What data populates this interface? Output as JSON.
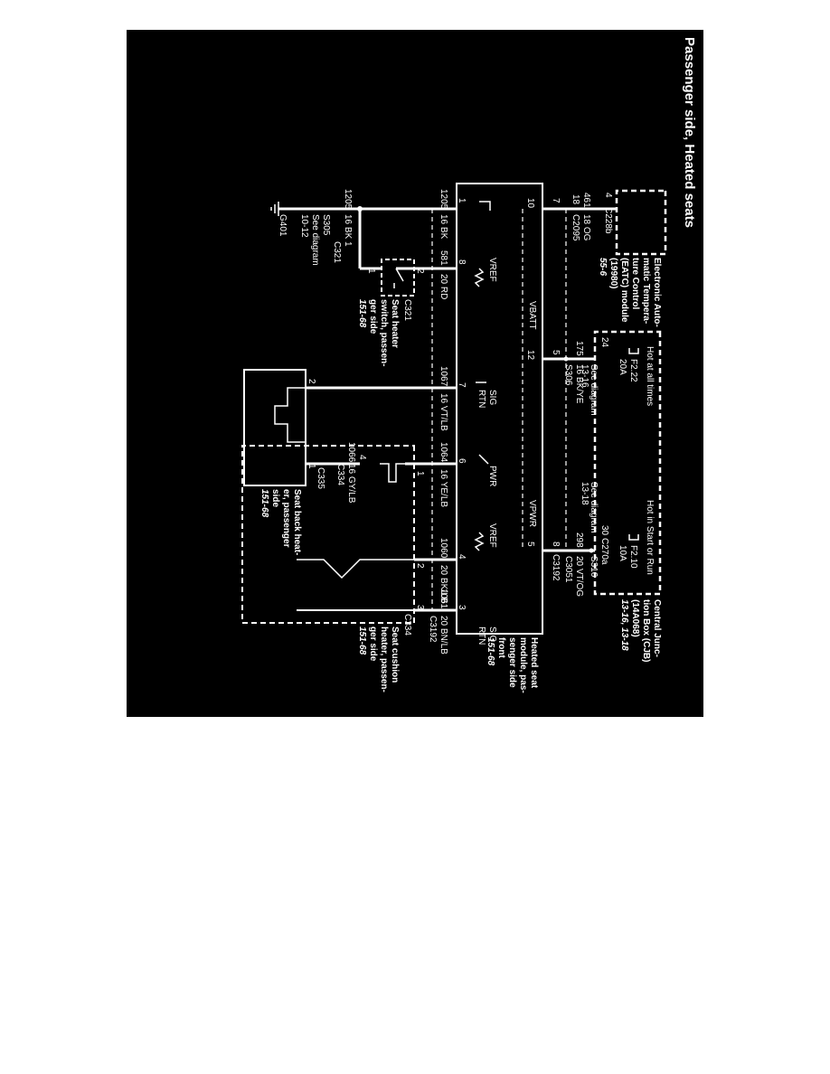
{
  "title": "Passenger side, Heated seats",
  "eatc": {
    "name_lines": [
      "Electronic Auto-",
      "matic Tempera-",
      "ture Control",
      "(EATC) module",
      "(19980)"
    ],
    "ref": "55-6",
    "pin": "4",
    "connector": "C228b"
  },
  "cjb": {
    "name_lines": [
      "Central Junc-",
      "tion Box (CJB)",
      "(14A068)"
    ],
    "refs": "13-16, 13-18",
    "hot_all": "Hot at all times",
    "hot_run": "Hot in Start or Run",
    "fuse_a": "F2.22",
    "fuse_a_amp": "20A",
    "fuse_b": "F2.10",
    "fuse_b_amp": "10A",
    "pin_a": "24",
    "pin_b": "30",
    "connector": "C270a"
  },
  "module": {
    "name_lines": [
      "Heated seat",
      "module, pas-",
      "senger side",
      "front"
    ],
    "ref": "151-68",
    "vbatt": "VBATT",
    "vpwr": "VPWR",
    "connector": "C3192",
    "vref": "VREF",
    "sig": "SIG",
    "rtn": "RTN",
    "pwr": "PWR"
  },
  "wires": {
    "w461": "461",
    "w18og": "18 OG",
    "c2095": "C2095",
    "p18": "18",
    "p7": "7",
    "p10": "10",
    "p1": "1",
    "w1205": "1205",
    "w16bk": "16 BK",
    "w581": "581",
    "w20rd": "20 RD",
    "p8": "8",
    "p2": "2",
    "p1b": "1",
    "c321": "C321",
    "p12": "12",
    "p5": "5",
    "w175": "175",
    "w16bkye": "16 BK/YE",
    "s306": "S306",
    "see1316": "See diagram",
    "see1316b": "13-16",
    "w1067": "1067",
    "w16vtlb": "16 VT/LB",
    "p7b": "7",
    "w1064": "1064",
    "w16yelb": "16 YE/LB",
    "p6": "6",
    "w1066": "1066",
    "w16gylb": "16 GY/LB",
    "c334": "C334",
    "c335": "C335",
    "p4": "4",
    "p1c": "1",
    "p2b": "2",
    "p1d": "1",
    "p2c": "2",
    "p4b": "4",
    "w1060": "1060",
    "w20bklb": "20 BK/LB",
    "p3": "3",
    "w1061": "1061",
    "w20bnlb": "20 BN/LB",
    "p3b": "3",
    "c3192b": "C3192",
    "c334b": "C334",
    "see1318": "See diagram",
    "see1318b": "13-18",
    "w298": "298",
    "w20vtog": "20 VT/OG",
    "s316": "S316",
    "c3051": "C3051",
    "p8b": "8",
    "p5b": "5",
    "p6b": "6"
  },
  "ground": {
    "splice": "S305",
    "w1205": "1205",
    "w16bk": "16 BK",
    "pin1": "1",
    "c321": "C321",
    "see": "See diagram",
    "see_ref": "10-12",
    "g401": "G401"
  },
  "switch": {
    "name_lines": [
      "Seat heater",
      "switch, passen-",
      "ger side"
    ],
    "ref": "151-68"
  },
  "back_heater": {
    "name_lines": [
      "Seat back heat-",
      "er, passenger",
      "side"
    ],
    "ref": "151-68"
  },
  "cushion_heater": {
    "name_lines": [
      "Seat cushion",
      "heater, passen-",
      "ger side"
    ],
    "ref": "151-68"
  }
}
